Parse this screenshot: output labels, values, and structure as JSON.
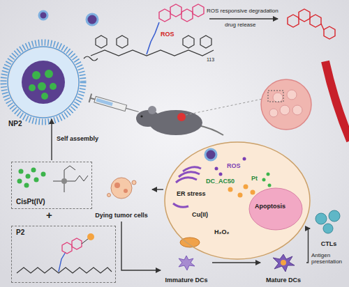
{
  "diagram": {
    "nodes": [
      {
        "text": [
          "NP2"
        ]
      },
      {
        "text": [
          "CisPt(IV)"
        ]
      },
      {
        "text": [
          "P2"
        ]
      },
      {
        "text": [
          "ROS",
          "Pt",
          "DC_AC50",
          "ER stress",
          "Apoptosis",
          "Cu(II)",
          "H₂O₂"
        ]
      },
      {
        "text": [
          "Dying tumor cells"
        ]
      },
      {
        "text": [
          "Immature DCs"
        ]
      },
      {
        "text": [
          "Mature DCs"
        ]
      },
      {
        "text": [
          "CTLs"
        ]
      }
    ],
    "edges": [
      {
        "from": 1,
        "to": 0,
        "arrow": "to",
        "label": "Self assembly"
      },
      {
        "from": 3,
        "to": 4,
        "arrow": "to"
      },
      {
        "from": 4,
        "to": 5,
        "arrow": "to"
      },
      {
        "from": 5,
        "to": 6,
        "arrow": "to"
      },
      {
        "from": 6,
        "to": 7,
        "arrow": "to"
      }
    ],
    "labels": [
      "ROS",
      "ROS responsive degradation",
      "drug release",
      "113",
      "+",
      "Antigen presentation"
    ]
  }
}
